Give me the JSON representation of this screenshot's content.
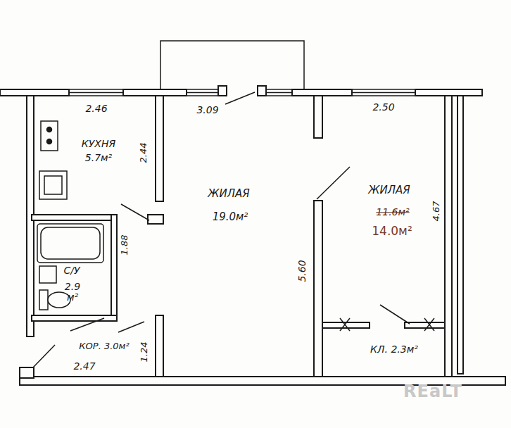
{
  "diagram": {
    "labels": [
      "2.46",
      "КУХНЯ",
      "5.7м²",
      "2.44",
      "3.09",
      "ЖИЛАЯ",
      "19.0м²",
      "ЖИЛАЯ",
      "11.6м²",
      "14.0м²",
      "2.50",
      "4.67",
      "5.60",
      "С/У",
      "2.9 м²",
      "1.88",
      "КОР. 3.0м²",
      "2.47",
      "1.24",
      "КЛ. 2.3м²",
      "REaLT"
    ]
  }
}
